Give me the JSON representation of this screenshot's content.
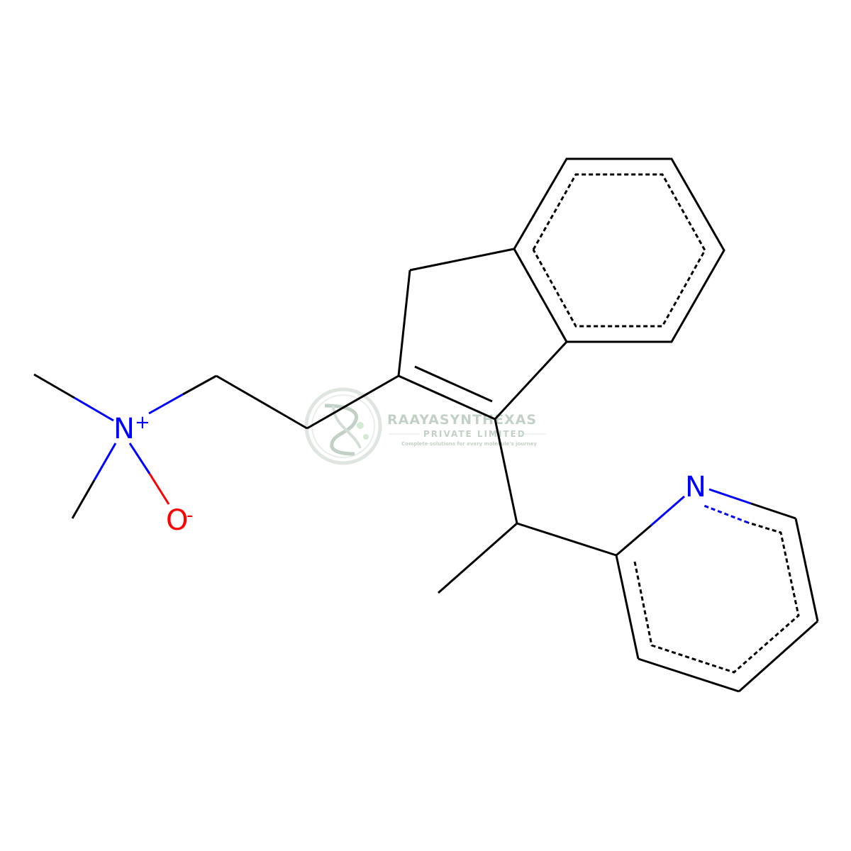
{
  "molecule": {
    "atoms": {
      "n_amine": {
        "symbol": "N",
        "charge": "+"
      },
      "o_oxide": {
        "symbol": "O",
        "charge": "-"
      },
      "n_pyridine": {
        "symbol": "N"
      }
    },
    "colors": {
      "carbon_bond": "#000000",
      "nitrogen": "#0000ff",
      "oxygen": "#ff0000"
    }
  },
  "watermark": {
    "name": "RAAYASYNTHEXAS",
    "subtitle": "PRIVATE LIMITED",
    "tagline": "Complete solutions for every molecule's journey",
    "colors": {
      "primary": "#7a9a7f",
      "light": "#b9c9bc"
    }
  }
}
